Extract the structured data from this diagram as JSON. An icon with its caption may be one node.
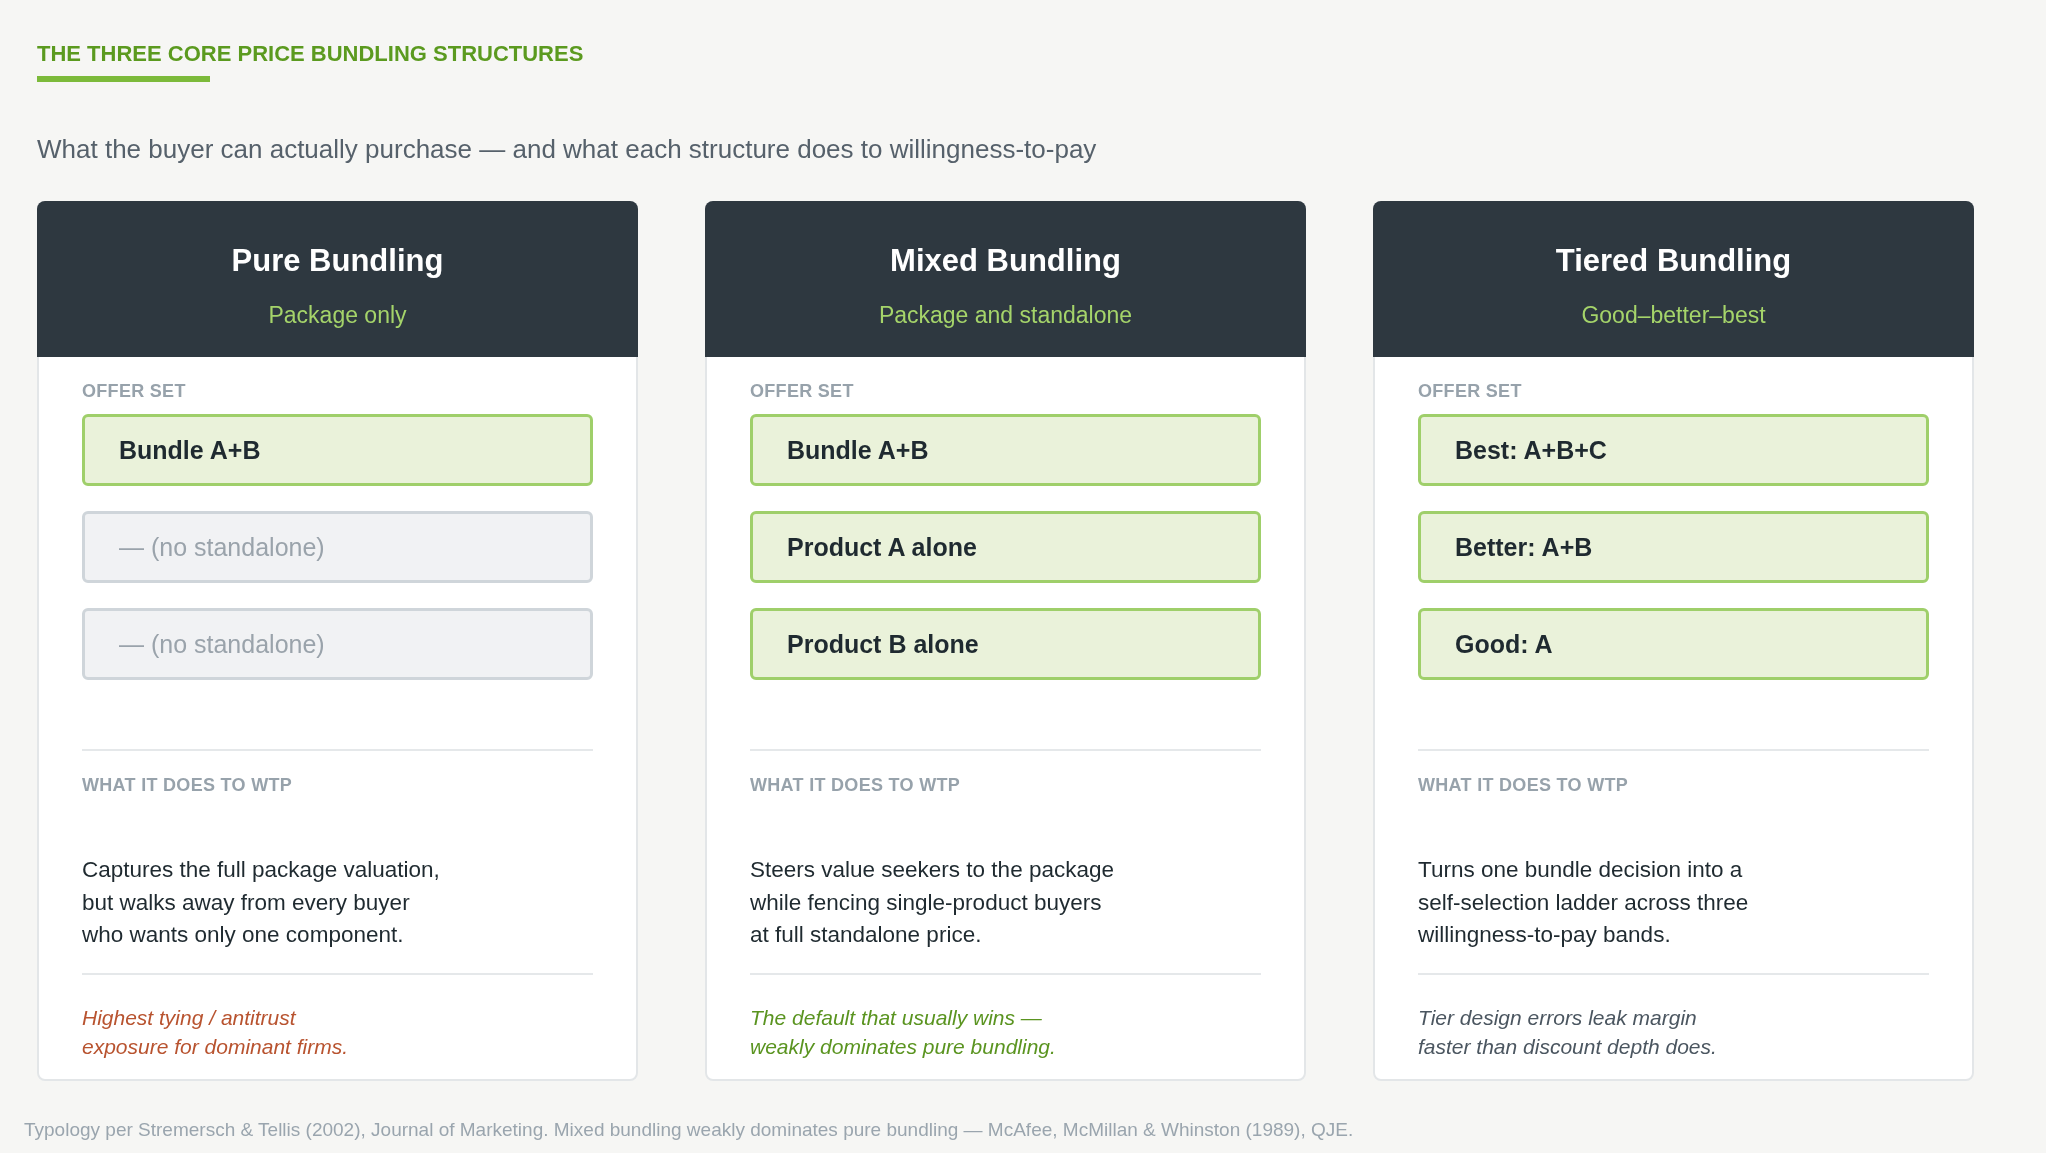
{
  "diagram": {
    "title": "THE THREE CORE PRICE BUNDLING STRUCTURES",
    "caption": "Typology per Stremersch & Tellis (2002), Journal of Marketing. Mixed bundling weakly dominates pure bundling — McAfee, McMillan & Whinston (1989), QJE.",
    "labels": [
      "What the buyer can actually purchase — and what each structure does to willingness-to-pay"
    ],
    "nodes": [
      {
        "text": [
          "Pure Bundling",
          "Package only",
          "OFFER SET",
          "WHAT IT DOES TO WTP",
          "Captures the full package valuation, but walks away from every buyer who wants only one component.",
          "Highest tying / antitrust exposure for dominant firms."
        ]
      },
      {
        "text": [
          "Bundle A+B"
        ],
        "in": 0
      },
      {
        "text": [
          "— (no standalone)"
        ],
        "in": 0
      },
      {
        "text": [
          "— (no standalone)"
        ],
        "in": 0
      },
      {
        "text": [
          "Mixed Bundling",
          "Package and standalone",
          "OFFER SET",
          "WHAT IT DOES TO WTP",
          "Steers value seekers to the package while fencing single-product buyers at full standalone price.",
          "The default that usually wins — weakly dominates pure bundling."
        ]
      },
      {
        "text": [
          "Bundle A+B"
        ],
        "in": 4
      },
      {
        "text": [
          "Product A alone"
        ],
        "in": 4
      },
      {
        "text": [
          "Product B alone"
        ],
        "in": 4
      },
      {
        "text": [
          "Tiered Bundling",
          "Good–better–best",
          "OFFER SET",
          "WHAT IT DOES TO WTP",
          "Turns one bundle decision into a self-selection ladder across three willingness-to-pay bands.",
          "Tier design errors leak margin faster than discount depth does."
        ]
      },
      {
        "text": [
          "Best: A+B+C"
        ],
        "in": 8
      },
      {
        "text": [
          "Better: A+B"
        ],
        "in": 8
      },
      {
        "text": [
          "Good: A"
        ],
        "in": 8
      }
    ]
  }
}
